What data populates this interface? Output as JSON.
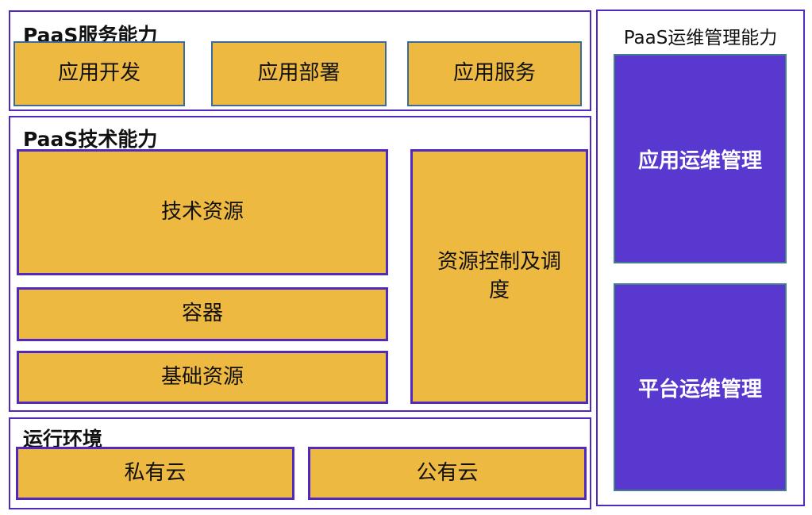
{
  "colors": {
    "section_border": "#5229BE",
    "orange_fill": "#EDB941",
    "steel_border": "#3A6B9C",
    "teal_border": "#447E8C",
    "purple_fill": "#5838CE",
    "text": "#111111",
    "purple_box_text": "#FFFFFF"
  },
  "sections": {
    "service": {
      "title": "PaaS服务能力",
      "boxes": [
        {
          "label": "应用开发"
        },
        {
          "label": "应用部署"
        },
        {
          "label": "应用服务"
        }
      ]
    },
    "tech": {
      "title": "PaaS技术能力",
      "left_boxes": [
        {
          "label": "技术资源"
        },
        {
          "label": "容器"
        },
        {
          "label": "基础资源"
        }
      ],
      "right_box": {
        "label": "资源控制及调度"
      }
    },
    "runtime": {
      "title": "运行环境",
      "boxes": [
        {
          "label": "私有云"
        },
        {
          "label": "公有云"
        }
      ]
    },
    "ops": {
      "title": "PaaS运维管理能力",
      "boxes": [
        {
          "label": "应用运维管理"
        },
        {
          "label": "平台运维管理"
        }
      ]
    }
  }
}
